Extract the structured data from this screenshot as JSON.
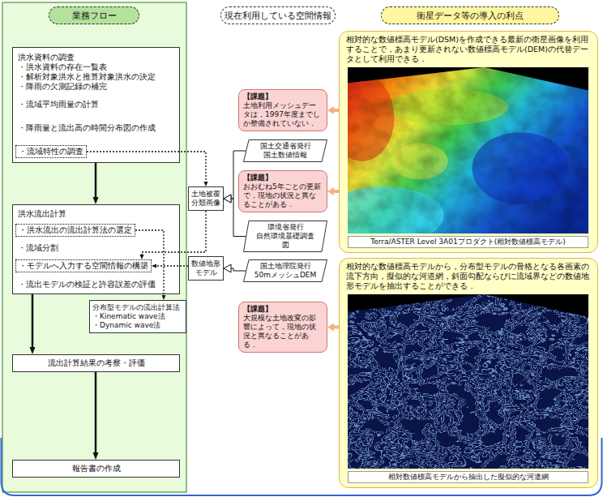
{
  "diagram": {
    "nodes": [
      {
        "text": [
          "業務フロー"
        ]
      },
      {
        "text": [
          "現在利用している空間情報"
        ]
      },
      {
        "text": [
          "衛星データ等の導入の利点"
        ]
      },
      {
        "text": [
          "洪水資料の調査",
          "・洪水資料の存在一覧表",
          "・解析対象洪水と推算対象洪水の決定",
          "・降雨の欠測記録の補完",
          "・流域平均雨量の計算",
          "・降雨量と流出高の時間分布図の作成"
        ]
      },
      {
        "text": [
          "・流域特性の調査"
        ],
        "in": 3
      },
      {
        "text": [
          "洪水流出計算",
          "・流域分割",
          "・流出モデルの検証と許容誤差の評価"
        ]
      },
      {
        "text": [
          "・洪水流出の流出計算法の選定"
        ],
        "in": 5
      },
      {
        "text": [
          "・モデルへ入力する空間情報の構築"
        ],
        "in": 5
      },
      {
        "text": [
          "分布型モデルの流出計算法",
          "・Kinematic wave法",
          "・Dynamic wave法"
        ]
      },
      {
        "text": [
          "流出計算結果の考察・評価"
        ]
      },
      {
        "text": [
          "報告書の作成"
        ]
      },
      {
        "text": [
          "土地被覆 分類画像"
        ]
      },
      {
        "text": [
          "数値地形 モデル"
        ]
      },
      {
        "text": [
          "【課題】",
          "土地利用メッシュデータは，1997年度までしか整備されていない．"
        ]
      },
      {
        "text": [
          "国土交通省発行",
          "国土数値情報"
        ]
      },
      {
        "text": [
          "【課題】",
          "おおむね5年ごとの更新で，現地の状況と異なることがある．"
        ]
      },
      {
        "text": [
          "環境省発行",
          "自然環境基礎調査図"
        ]
      },
      {
        "text": [
          "国土地理院発行",
          "50mメッシュDEM"
        ]
      },
      {
        "text": [
          "【課題】",
          "大規模な土地改変の影響によって，現地の状況と異なることがある．"
        ]
      },
      {
        "text": [
          "相対的な数値標高モデル(DSM)を作成できる最新の衛星画像を利用することで，あまり更新されない数値標高モデル(DEM)の代替データとして利用できる．"
        ]
      },
      {
        "text": [
          "Terra/ASTER Level 3A01プロダクト(相対数値標高モデル)"
        ],
        "in": 19
      },
      {
        "text": [
          "相対的な数値標高モデルから，分布型モデルの骨格となる各画素の流下方向，擬似的な河道網，斜面勾配ならびに流域界などの数値地形モデルを抽出することができる．"
        ]
      },
      {
        "text": [
          "相対数値標高モデルから抽出した擬似的な河道網"
        ],
        "in": 21
      }
    ],
    "edges": [
      {
        "from": 3,
        "to": 5,
        "arrow": "to"
      },
      {
        "from": 5,
        "to": 9,
        "arrow": "to"
      },
      {
        "from": 9,
        "to": 10,
        "arrow": "to"
      },
      {
        "from": 4,
        "to": 11,
        "arrow": "to"
      },
      {
        "from": 14,
        "to": 11,
        "arrow": "to"
      },
      {
        "from": 16,
        "to": 11,
        "arrow": "to"
      },
      {
        "from": 17,
        "to": 12,
        "arrow": "to"
      },
      {
        "from": 11,
        "to": 7,
        "arrow": "to"
      },
      {
        "from": 12,
        "to": 7,
        "arrow": "to"
      },
      {
        "from": 6,
        "to": 8,
        "arrow": "to"
      },
      {
        "from": 19,
        "to": 13,
        "arrow": "to"
      },
      {
        "from": 19,
        "to": 15,
        "arrow": "to"
      },
      {
        "from": 21,
        "to": 18,
        "arrow": "to"
      }
    ]
  }
}
